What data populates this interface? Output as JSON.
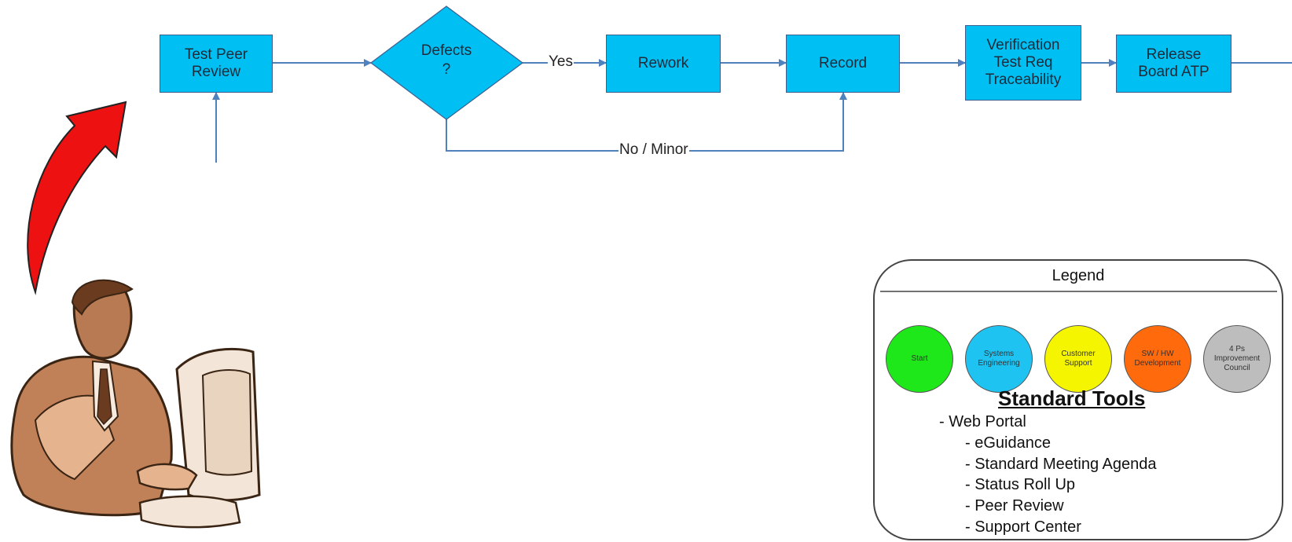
{
  "flow": {
    "test_peer_review": "Test Peer\nReview",
    "defects": "Defects\n?",
    "yes_label": "Yes",
    "rework": "Rework",
    "record": "Record",
    "verification": "Verification\nTest Req\nTraceability",
    "release_board": "Release\nBoard  ATP",
    "no_minor_label": "No / Minor"
  },
  "legend": {
    "title": "Legend",
    "circles": [
      {
        "label": "Start",
        "color": "#1ee81a"
      },
      {
        "label": "Systems\nEngineering",
        "color": "#1fc3f2"
      },
      {
        "label": "Customer\nSupport",
        "color": "#f5f500"
      },
      {
        "label": "SW / HW\nDevelopment",
        "color": "#ff6a0d"
      },
      {
        "label": "4 Ps\nImprovement\nCouncil",
        "color": "#bdbdbd"
      }
    ],
    "tools_title": "Standard Tools",
    "tools": [
      "- Web Portal",
      "- eGuidance",
      "- Standard Meeting Agenda",
      "- Status Roll Up",
      "- Peer Review",
      "- Support Center"
    ]
  },
  "colors": {
    "process_box": "#00c0f3",
    "connector": "#4f81bd",
    "arrow_red": "#ff0000"
  },
  "icons": [
    "curved-red-arrow-icon",
    "man-at-computer-clipart-icon"
  ]
}
